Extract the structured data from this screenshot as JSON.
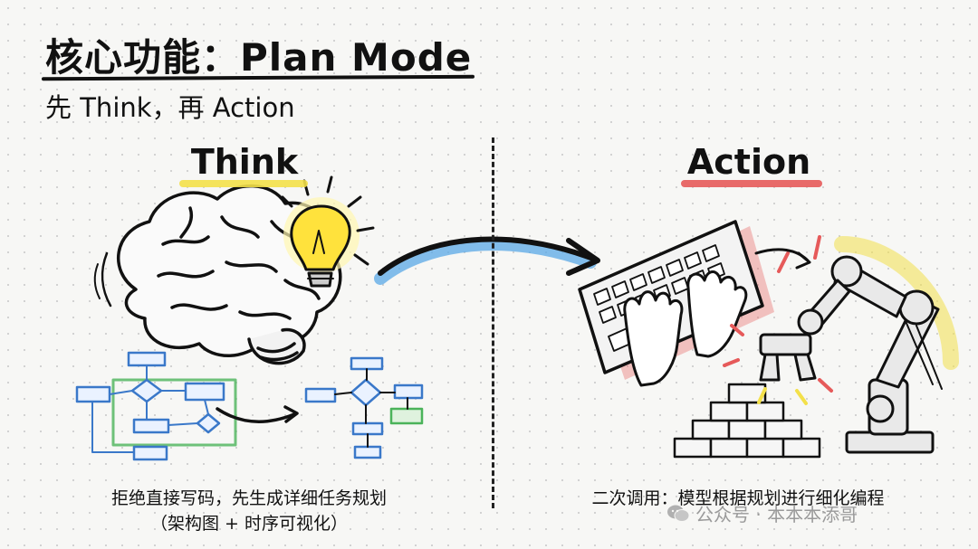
{
  "header": {
    "title": "核心功能：Plan Mode",
    "subtitle": "先 Think，再 Action"
  },
  "think": {
    "label": "Think",
    "caption_line1": "拒绝直接写码，先生成详细任务规划",
    "caption_line2": "（架构图 + 时序可视化）"
  },
  "action": {
    "label": "Action",
    "caption_line1": "二次调用：模型根据规划进行细化编程"
  },
  "watermark": {
    "text": "公众号 · 本本本添哥",
    "icon": "wechat-icon"
  },
  "colors": {
    "think_highlight": "#f3e04a",
    "action_highlight": "#e65a5a",
    "arrow_glow": "#5aa8e6",
    "flow_blue": "#3a78c9",
    "flow_green": "#4bb35a"
  }
}
